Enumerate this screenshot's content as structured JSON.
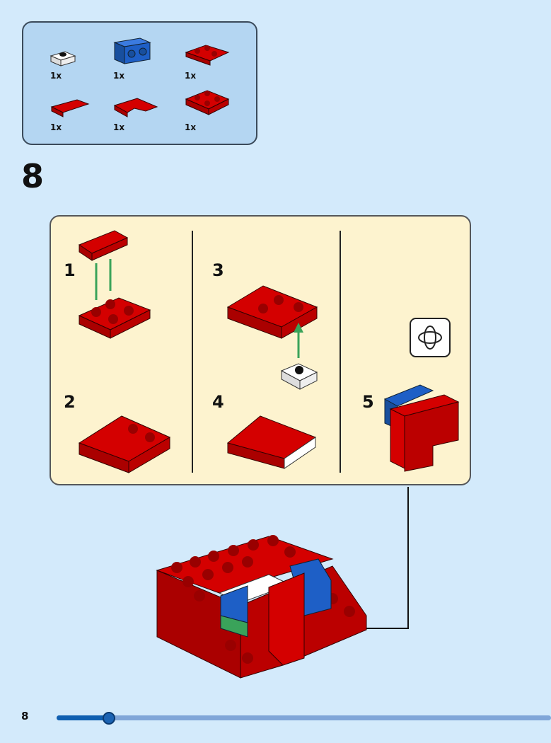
{
  "parts_list": [
    {
      "name": "white-plate-1x1",
      "qty": "1x",
      "color": "#ffffff"
    },
    {
      "name": "blue-brick-1x2-studs-side",
      "qty": "1x",
      "color": "#1e5fc6"
    },
    {
      "name": "red-corner-plate",
      "qty": "1x",
      "color": "#d40000"
    },
    {
      "name": "red-tile-1x2",
      "qty": "1x",
      "color": "#d40000"
    },
    {
      "name": "red-corner-tile",
      "qty": "1x",
      "color": "#d40000"
    },
    {
      "name": "red-plate-2x2",
      "qty": "1x",
      "color": "#d40000"
    }
  ],
  "step_number": "8",
  "substeps": [
    "1",
    "2",
    "3",
    "4",
    "5"
  ],
  "page_number": "8",
  "progress": 0.106,
  "colors": {
    "red": "#d40000",
    "blue": "#1e5fc6",
    "arrow": "#3aa35a",
    "bg": "#d3eafb",
    "panel": "#fdf3cf"
  }
}
